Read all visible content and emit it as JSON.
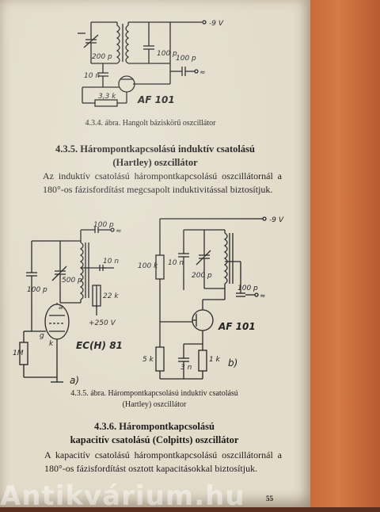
{
  "figure1": {
    "labels": {
      "c1": "200 p",
      "c2": "100 p",
      "c3": "100 p",
      "c4": "10 n",
      "r1": "3,3 k",
      "supply": "-9 V",
      "tube": "AF 101",
      "wave": "≈"
    },
    "caption": "4.3.4. ábra. Hangolt báziskörű oszcillátor"
  },
  "section1": {
    "heading": [
      "4.3.5. Hárompontkapcsolású induktív csatolású",
      "(Hartley) oszcillátor"
    ],
    "paragraph": "Az induktív csatolású hárompontkapcsolású oszcillátornál a 180°-os fázisfordítást megcsapolt induktivitással biztosítjuk."
  },
  "figure2a": {
    "labels": {
      "c1": "100 p",
      "c2": "100 p",
      "c3": "500 p",
      "c4": "10 n",
      "r1": "22 k",
      "r2": "1M",
      "supply": "+250 V",
      "tube": "EC(H) 81",
      "pin_a": "a",
      "pin_g": "g",
      "pin_k": "k",
      "sub": "a)",
      "wave": "≈"
    }
  },
  "figure2b": {
    "labels": {
      "supply": "-9 V",
      "r1": "100 k",
      "c1": "10 n",
      "c2": "200 p",
      "c3": "100 p",
      "r2": "5 k",
      "c4": "3 n",
      "r3": "1 k",
      "tube": "AF 101",
      "sub": "b)",
      "wave": "≈"
    }
  },
  "figure2_caption": [
    "4.3.5. ábra. Hárompontkapcsolású induktív csatolású",
    "(Hartley) oszcillátor"
  ],
  "section2": {
    "heading": [
      "4.3.6. Hárompontkapcsolású",
      "kapacitív csatolású (Colpitts) oszcillátor"
    ],
    "paragraph": "A kapacitív csatolású hárompontkapcsolású oszcillátornál a 180°-os fázisfordítást osztott kapacitásokkal biztosítjuk."
  },
  "page_number": "55",
  "watermark": "Antikvárium.hu"
}
